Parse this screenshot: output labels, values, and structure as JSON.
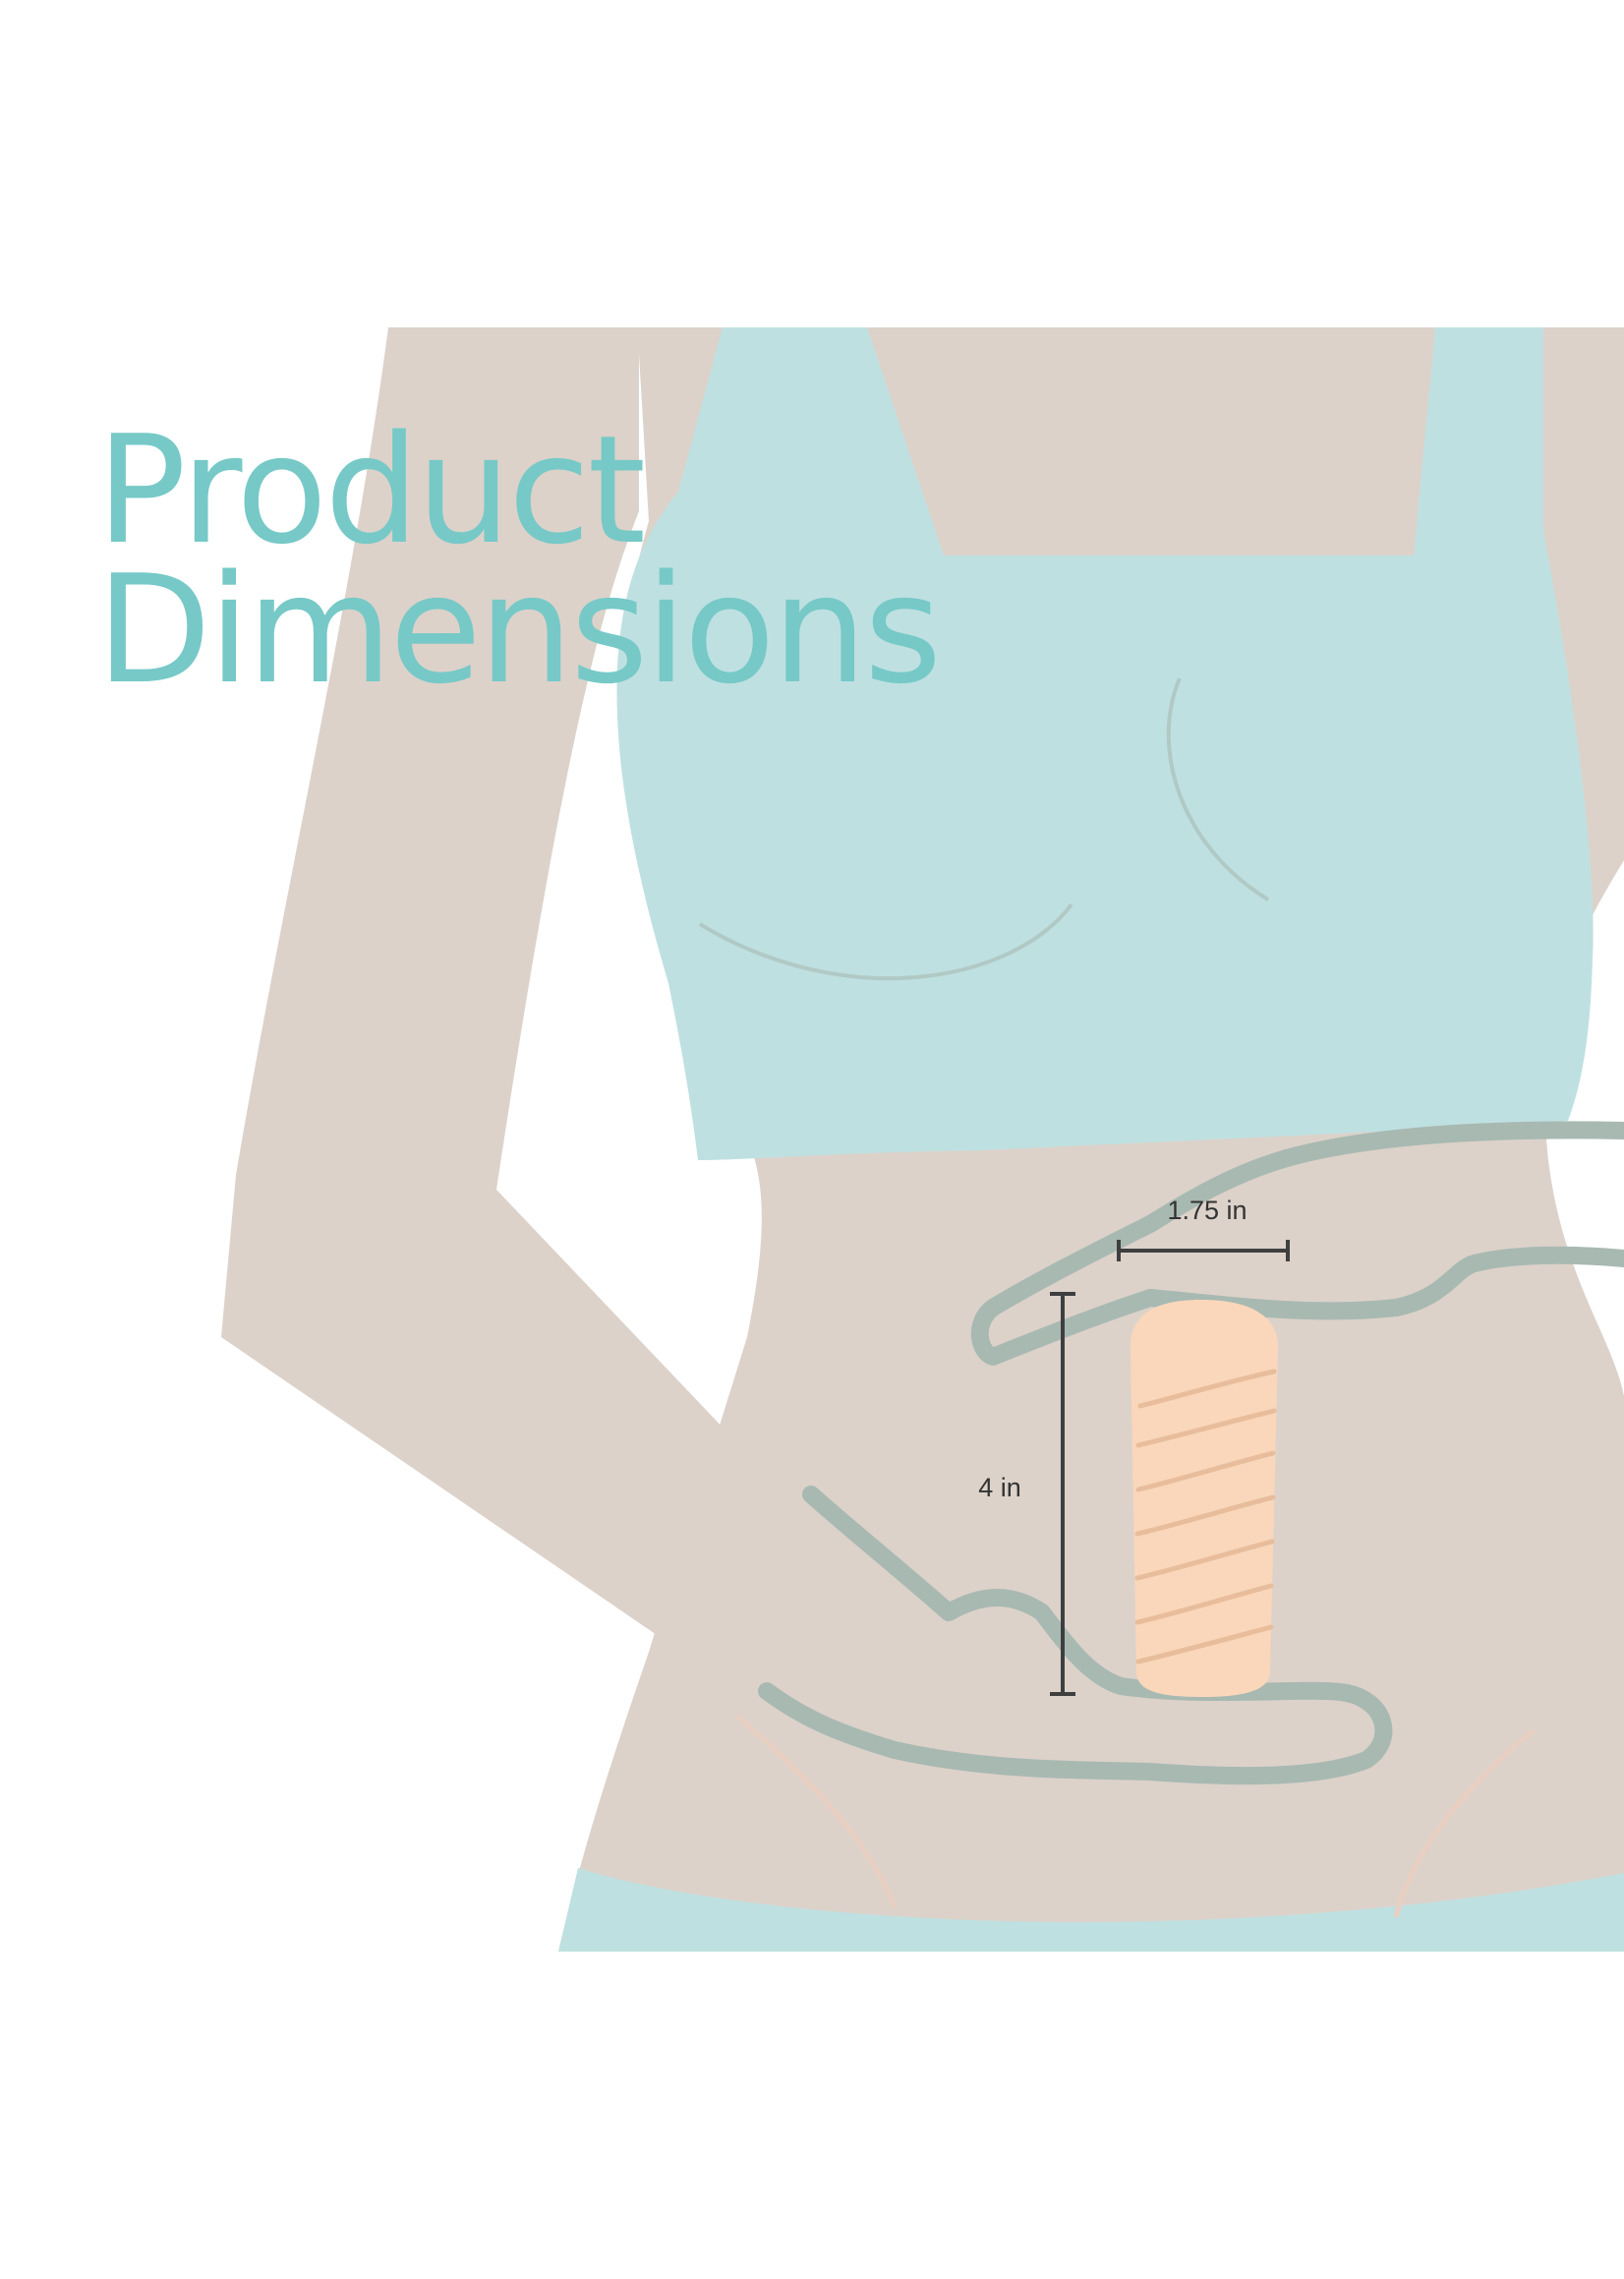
{
  "title": {
    "line1": "Product",
    "line2": "Dimensions"
  },
  "dimensions": {
    "width_label": "1.75 in",
    "height_label": "4 in"
  },
  "colors": {
    "title": "#76c9c7",
    "skin": "#dcd2ca",
    "clothing": "#bfe0e1",
    "outline": "#a8b9b2",
    "product": "#fad7ba",
    "product_ridge": "#e8bd9c",
    "measure_line": "#3f3f3f",
    "label_text": "#333333"
  }
}
